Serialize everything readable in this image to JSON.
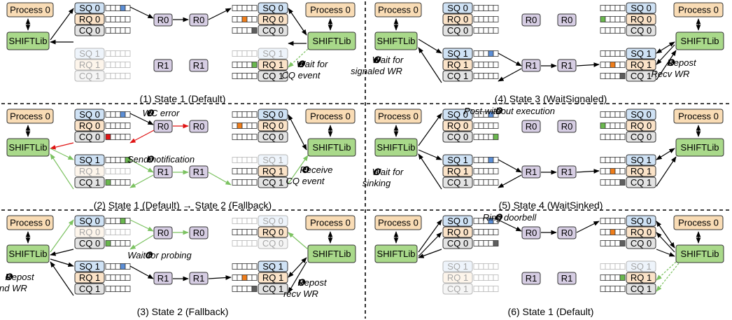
{
  "labels": {
    "process": "Process 0",
    "lib": "SHIFTLib",
    "sq0": "SQ 0",
    "rq0": "RQ 0",
    "cq0": "CQ 0",
    "sq1": "SQ 1",
    "rq1": "RQ 1",
    "cq1": "CQ 1",
    "r0": "R0",
    "r1": "R1"
  },
  "panels": [
    {
      "caption": "(1) State 1 (Default)",
      "annotations": [
        {
          "num": "❶",
          "lines": [
            "Wait for",
            "CQ event"
          ]
        }
      ]
    },
    {
      "caption": "(2) State 1 (Default) → State 2 (Fallback)",
      "annotations": [
        {
          "num": "❷",
          "lines": [
            "WC error"
          ]
        },
        {
          "num": "❸",
          "lines": [
            "Send notification"
          ]
        },
        {
          "num": "❹",
          "lines": [
            "Receive",
            "CQ event"
          ]
        }
      ]
    },
    {
      "caption": "(3) State 2 (Fallback)",
      "annotations": [
        {
          "num": "❻",
          "lines": [
            "Wait for probing"
          ]
        },
        {
          "num": "❺",
          "lines": [
            "Repost",
            "send WR"
          ]
        },
        {
          "num": "❺",
          "lines": [
            "Repost",
            "recv WR"
          ]
        }
      ]
    },
    {
      "caption": "(4) State 3 (WaitSignaled)",
      "annotations": [
        {
          "num": "❼",
          "lines": [
            "Wait for",
            "signaled WR"
          ]
        },
        {
          "num": "❺",
          "lines": [
            "Repost",
            "Recv WR"
          ]
        }
      ]
    },
    {
      "caption": "(5) State 4 (WaitSinked)",
      "annotations": [
        {
          "num": "❽",
          "lines": [
            "Post without execution"
          ]
        },
        {
          "num": "❽",
          "lines": [
            "Wait for",
            "sinking"
          ]
        }
      ]
    },
    {
      "caption": "(6) State 1 (Default)",
      "annotations": [
        {
          "num": "❾",
          "lines": [
            "Ring doorbell"
          ]
        }
      ]
    }
  ],
  "colors": {
    "process": "#f9dcb5",
    "lib": "#a9d98a",
    "sq": "#cfe2f5",
    "rq": "#fbe3c8",
    "cq": "#e3e3e3",
    "router": "#d6cde3",
    "blue": "#5b8ed6",
    "orange": "#ef7d1a",
    "green": "#6ab84e",
    "gray": "#5e5e5e",
    "red": "#e01414"
  }
}
